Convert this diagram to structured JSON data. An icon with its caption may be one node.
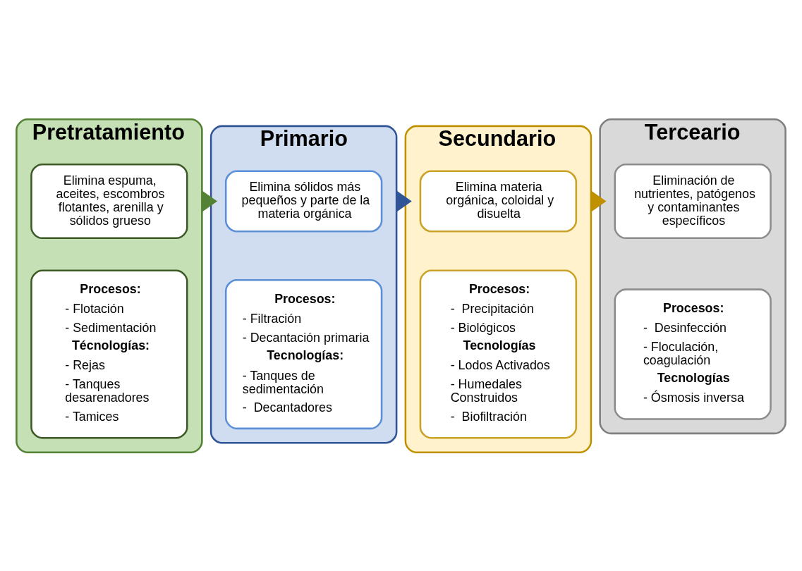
{
  "diagram": {
    "nodes": [
      {
        "text": [
          "Pretratamiento"
        ]
      },
      {
        "text": [
          "Elimina espuma, aceites, escombros flotantes, arenilla y sólidos grueso"
        ],
        "in": 0
      },
      {
        "text": [
          "Procesos:",
          "- Flotación",
          "- Sedimentación",
          "Técnologías:",
          "- Rejas",
          "- Tanques desarenadores",
          "- Tamices"
        ],
        "in": 0
      },
      {
        "text": [
          "Primario"
        ]
      },
      {
        "text": [
          "Elimina sólidos más pequeños y parte de la materia orgánica"
        ],
        "in": 3
      },
      {
        "text": [
          "Procesos:",
          "- Filtración",
          "- Decantación primaria",
          "Tecnologías:",
          "- Tanques de sedimentación",
          "-  Decantadores"
        ],
        "in": 3
      },
      {
        "text": [
          "Secundario"
        ]
      },
      {
        "text": [
          "Elimina materia orgánica, coloidal y disuelta"
        ],
        "in": 6
      },
      {
        "text": [
          "Procesos:",
          "-  Precipitación",
          "- Biológicos",
          "Tecnologías",
          "- Lodos Activados",
          "- Humedales Construidos",
          "-  Biofiltración"
        ],
        "in": 6
      },
      {
        "text": [
          "Terceario"
        ]
      },
      {
        "text": [
          "Eliminación de nutrientes, patógenos  y contaminantes específicos"
        ],
        "in": 9
      },
      {
        "text": [
          "Procesos:",
          "-  Desinfección",
          "- Floculación, coagulación",
          "Tecnologías",
          "- Ósmosis inversa"
        ],
        "in": 9
      }
    ],
    "edges": [
      {
        "from": 0,
        "to": 3,
        "arrow": "to",
        "style": "thick",
        "color": "#548235"
      },
      {
        "from": 3,
        "to": 6,
        "arrow": "to",
        "style": "thick",
        "color": "#2f5597"
      },
      {
        "from": 6,
        "to": 9,
        "arrow": "to",
        "style": "thick",
        "color": "#bf9000"
      }
    ]
  }
}
